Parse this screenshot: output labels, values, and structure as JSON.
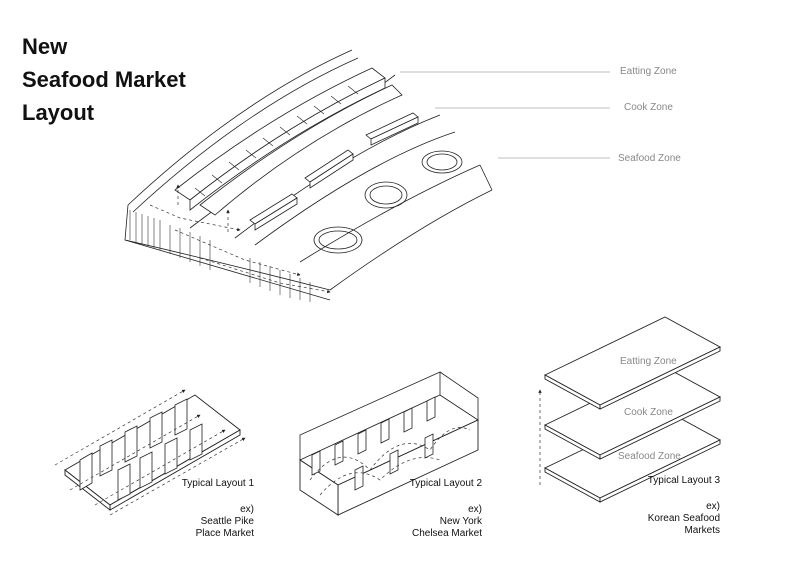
{
  "title": {
    "line1": "New",
    "line2": "Seafood Market",
    "line3": "Layout"
  },
  "main_diagram": {
    "zones": [
      "Eatting Zone",
      "Cook Zone",
      "Seafood Zone"
    ]
  },
  "layouts": [
    {
      "title": "Typical Layout 1",
      "prefix": "ex)",
      "line1": "Seattle Pike",
      "line2": "Place Market"
    },
    {
      "title": "Typical Layout 2",
      "prefix": "ex)",
      "line1": "New York",
      "line2": "Chelsea Market"
    },
    {
      "title": "Typical Layout 3",
      "prefix": "ex)",
      "line1": "Korean Seafood",
      "line2": "Markets"
    }
  ],
  "layout3_zones": [
    "Eatting Zone",
    "Cook Zone",
    "Seafood Zone"
  ]
}
